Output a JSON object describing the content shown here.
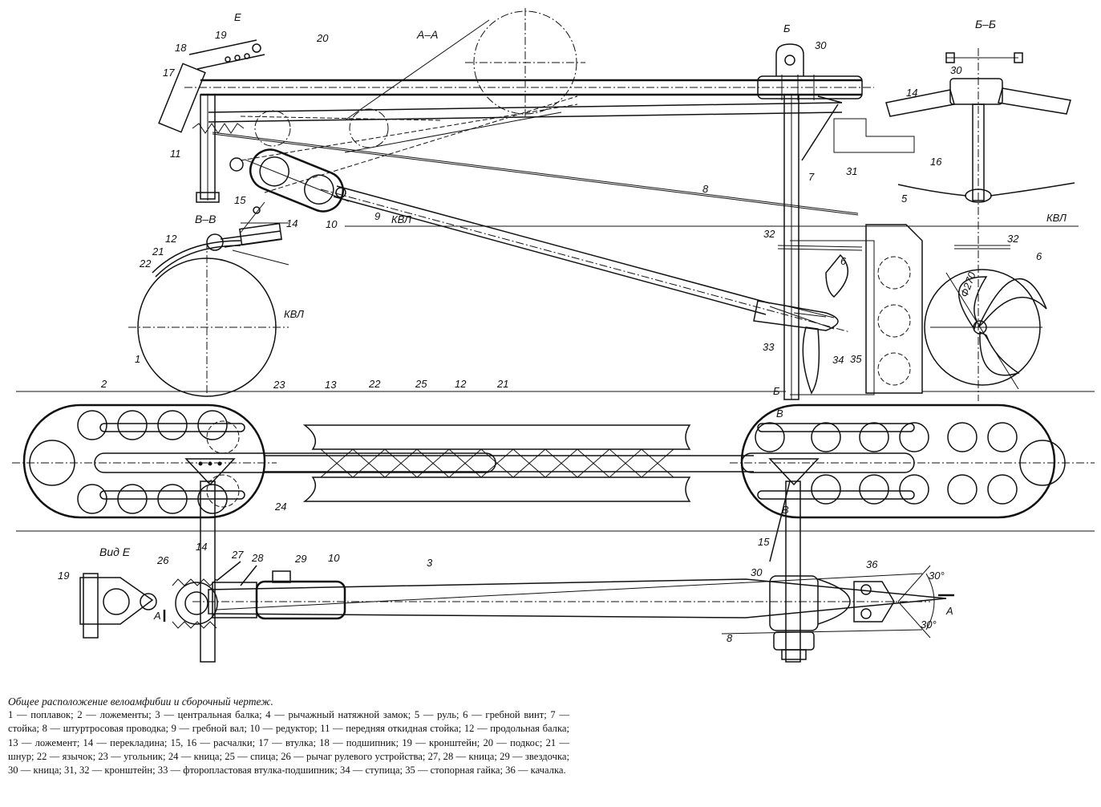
{
  "drawing": {
    "section_labels": {
      "aa": "А–А",
      "bb": "Б–Б",
      "vv": "В–В",
      "view_e": "Вид Е",
      "e": "Е",
      "b": "Б",
      "v": "В",
      "a": "А"
    },
    "waterline": "КВЛ",
    "dims": {
      "propeller_dia": "Ф270",
      "angle_top": "30°",
      "angle_bottom": "30°"
    },
    "callouts": {
      "c1": "1",
      "c2": "2",
      "c3": "3",
      "c5": "5",
      "c6a": "6",
      "c6b": "6",
      "c7": "7",
      "c8a": "8",
      "c8b": "8",
      "c9": "9",
      "c10a": "10",
      "c10b": "10",
      "c11": "11",
      "c12a": "12",
      "c12b": "12",
      "c13": "13",
      "c14a": "14",
      "c14b": "14",
      "c14c": "14",
      "c15a": "15",
      "c15b": "15",
      "c16": "16",
      "c17": "17",
      "c18": "18",
      "c19a": "19",
      "c19b": "19",
      "c20": "20",
      "c21a": "21",
      "c21b": "21",
      "c22a": "22",
      "c22b": "22",
      "c23": "23",
      "c24": "24",
      "c25": "25",
      "c26": "26",
      "c27": "27",
      "c28": "28",
      "c29": "29",
      "c30a": "30",
      "c30b": "30",
      "c30c": "30",
      "c31": "31",
      "c32a": "32",
      "c32b": "32",
      "c33": "33",
      "c34": "34",
      "c35": "35",
      "c36": "36"
    }
  },
  "caption": {
    "title": "Общее расположение велоамфибии и сборочный чертеж.",
    "legend": "1 — поплавок; 2 — ложементы; 3 — центральная балка; 4 — рычажный натяжной замок; 5 — руль; 6 — гребной винт; 7 — стойка; 8 — штуртросовая проводка; 9 — гребной вал; 10 — редуктор; 11 — передняя откидная стойка; 12 — продольная балка; 13 — ложемент; 14 — перекладина; 15, 16 — расчалки; 17 — втулка; 18 — подшипник; 19 — кронштейн; 20 — подкос; 21 — шнур; 22 — язычок; 23 — угольник; 24 — кница; 25 — спица; 26 — рычаг рулевого устройства; 27, 28 — кница; 29 — звездочка; 30 — кница; 31, 32 — кронштейн; 33 — фторопластовая втулка-подшипник; 34 — ступица; 35 — стопорная гайка; 36 — качалка."
  }
}
